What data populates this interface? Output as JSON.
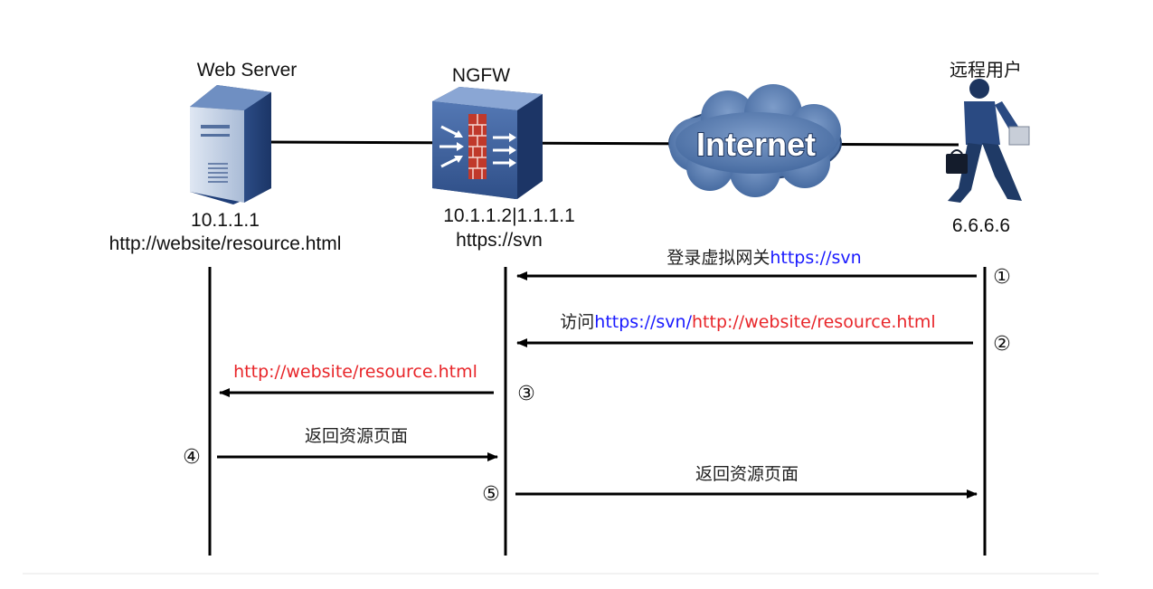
{
  "nodes": {
    "web_server": {
      "name": "Web Server",
      "ip": "10.1.1.1",
      "url": "http://website/resource.html"
    },
    "ngfw": {
      "name": "NGFW",
      "ip": "10.1.1.2|1.1.1.1",
      "url": "https://svn"
    },
    "internet": {
      "name": "Internet"
    },
    "remote_user": {
      "name": "远程用户",
      "ip": "6.6.6.6"
    }
  },
  "messages": [
    {
      "step": "①",
      "parts": [
        {
          "text": "登录虚拟网关",
          "color": "#222222"
        },
        {
          "text": "https://svn",
          "color": "#1a1aff"
        }
      ]
    },
    {
      "step": "②",
      "parts": [
        {
          "text": "访问",
          "color": "#222222"
        },
        {
          "text": "https://svn/",
          "color": "#1a1aff"
        },
        {
          "text": "http://website/resource.html",
          "color": "#e8262a"
        }
      ]
    },
    {
      "step": "③",
      "parts": [
        {
          "text": "http://website/resource.html",
          "color": "#e8262a"
        }
      ]
    },
    {
      "step": "④",
      "parts": [
        {
          "text": "返回资源页面",
          "color": "#222222"
        }
      ]
    },
    {
      "step": "⑤",
      "parts": [
        {
          "text": "返回资源页面",
          "color": "#222222"
        }
      ]
    }
  ],
  "colors": {
    "url_blue": "#1a1aff",
    "url_red": "#e8262a",
    "cloud": "#4a6fa3",
    "server": "#2f4f86"
  }
}
